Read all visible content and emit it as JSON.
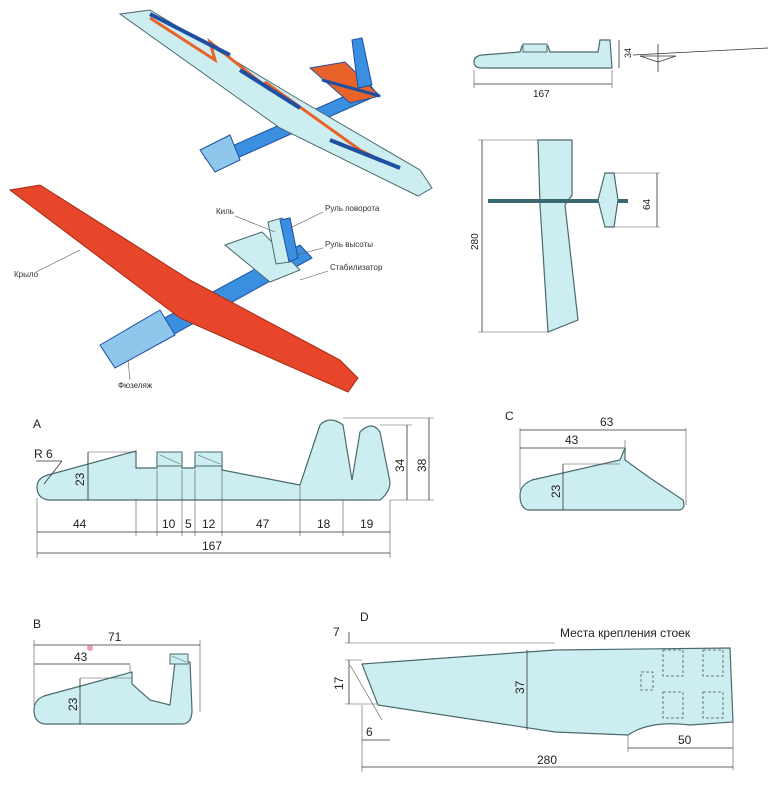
{
  "labels": {
    "kil": "Киль",
    "rul_povorota": "Руль поворота",
    "rul_vysoty": "Руль высоты",
    "stabilizator": "Стабилизатор",
    "krylo": "Крыло",
    "fyuzelyazh": "Фюзеляж",
    "mesta_krepleniya": "Места крепления стоек"
  },
  "section_letters": {
    "a": "A",
    "b": "B",
    "c": "C",
    "d": "D"
  },
  "top_side": {
    "length": "167",
    "height": "34"
  },
  "top_plan": {
    "span": "280",
    "stab_span": "64"
  },
  "part_a": {
    "radius": "R 6",
    "nose_h": "23",
    "fin1_h": "34",
    "fin2_h": "38",
    "d44": "44",
    "d10": "10",
    "d5": "5",
    "d12": "12",
    "d47": "47",
    "d18": "18",
    "d19": "19",
    "total": "167"
  },
  "part_b": {
    "total": "71",
    "inner": "43",
    "h": "23"
  },
  "part_c": {
    "total": "63",
    "inner": "43",
    "h": "23"
  },
  "part_d": {
    "d7": "7",
    "d17": "17",
    "d37": "37",
    "d6": "6",
    "d50": "50",
    "total": "280"
  },
  "colors": {
    "red": "#e8462a",
    "blue": "#3a8fe0",
    "pale": "#cdeef0",
    "dark_blue": "#1f4fa0",
    "orange": "#e8632a"
  }
}
